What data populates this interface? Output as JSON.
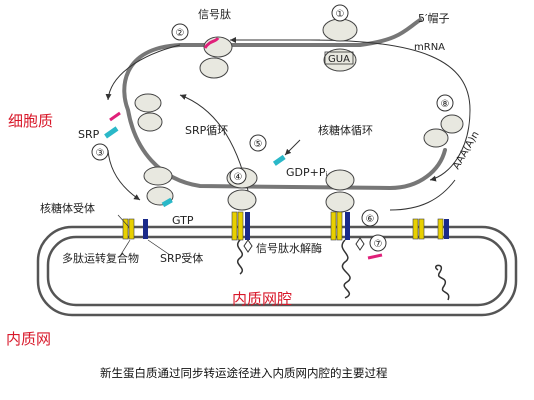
{
  "labels": {
    "five_prime_cap": "5′帽子",
    "mrna": "mRNA",
    "signal_peptide": "信号肽",
    "codon": "GUA",
    "cytoplasm": "细胞质",
    "srp": "SRP",
    "srp_cycle": "SRP循环",
    "ribosome_cycle": "核糖体循环",
    "gdp_pi": "GDP+Pᵢ",
    "poly_a": "AAA(A)n",
    "ribosome_receptor": "核糖体受体",
    "gtp": "GTP",
    "translocon": "多肽运转复合物",
    "srp_receptor": "SRP受体",
    "signal_peptidase": "信号肽水解酶",
    "er_lumen": "内质网腔",
    "er": "内质网",
    "caption": "新生蛋白质通过同步转运途径进入内质网内腔的主要过程"
  },
  "steps": [
    "①",
    "②",
    "③",
    "④",
    "⑤",
    "⑥",
    "⑦",
    "⑧"
  ],
  "colors": {
    "red_text": "#d8182a",
    "magenta_peptide": "#e0207a",
    "cyan_srp": "#2ab8c8",
    "yellow_receptor": "#e8d000",
    "blue_receptor": "#1a2a8a",
    "membrane": "#555555"
  }
}
